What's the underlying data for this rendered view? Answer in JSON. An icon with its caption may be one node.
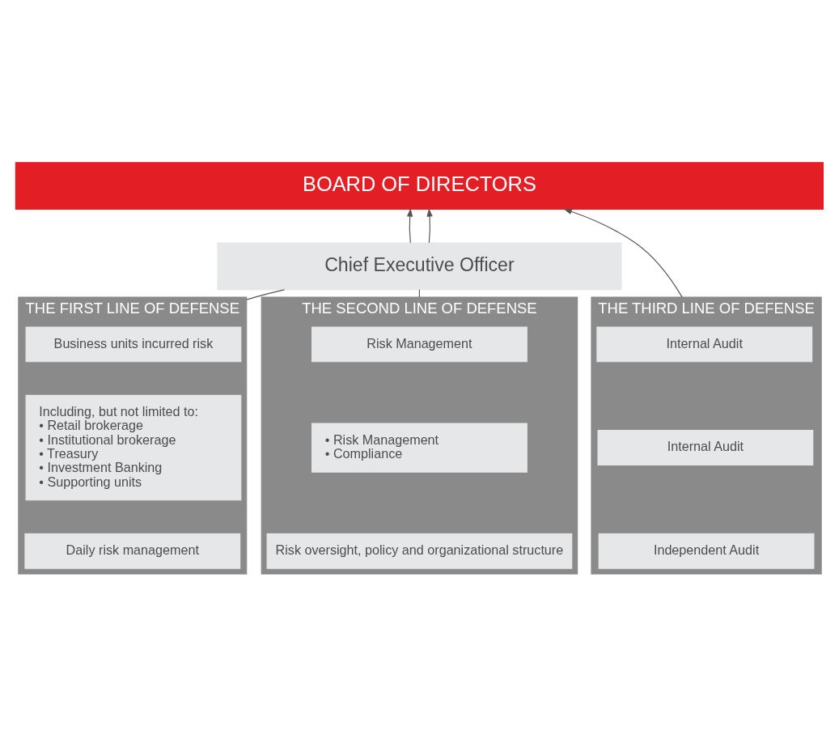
{
  "diagram": {
    "nodes": [
      {
        "text": [
          "BOARD OF DIRECTORS"
        ]
      },
      {
        "text": [
          "Chief Executive Officer"
        ]
      },
      {
        "text": [
          "THE FIRST LINE OF DEFENSE"
        ]
      },
      {
        "text": [
          "Business units incurred risk"
        ],
        "in": 2
      },
      {
        "text": [
          "Including, but not limited to:",
          "• Retail brokerage",
          "• Institutional brokerage",
          "• Treasury",
          "• Investment Banking",
          "• Supporting units"
        ],
        "in": 2
      },
      {
        "text": [
          "Daily risk management"
        ],
        "in": 2
      },
      {
        "text": [
          "THE SECOND LINE OF DEFENSE"
        ]
      },
      {
        "text": [
          "Risk Management"
        ],
        "in": 6
      },
      {
        "text": [
          "• Risk Management",
          "• Compliance"
        ],
        "in": 6
      },
      {
        "text": [
          "Risk oversight, policy and organizational structure"
        ],
        "in": 6
      },
      {
        "text": [
          "THE THIRD LINE OF DEFENSE"
        ]
      },
      {
        "text": [
          "Internal Audit"
        ],
        "in": 10
      },
      {
        "text": [
          "Internal Audit"
        ],
        "in": 10
      },
      {
        "text": [
          "Independent Audit"
        ],
        "in": 10
      }
    ],
    "edges": [
      {
        "from": 1,
        "to": 0,
        "arrow": "to"
      },
      {
        "from": 1,
        "to": 0,
        "arrow": "to"
      },
      {
        "from": 2,
        "to": 1,
        "arrow": "none"
      },
      {
        "from": 6,
        "to": 1,
        "arrow": "none"
      },
      {
        "from": 10,
        "to": 0,
        "arrow": "to"
      }
    ]
  }
}
